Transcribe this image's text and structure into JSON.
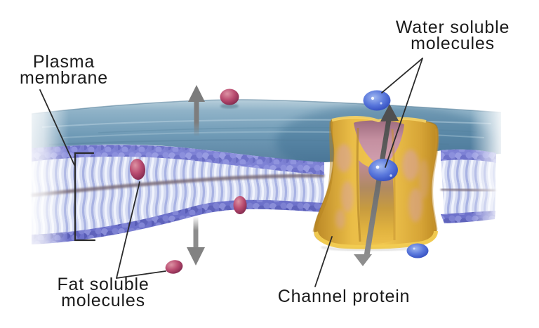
{
  "labels": {
    "plasma_membrane": {
      "lines": [
        "Plasma",
        "membrane"
      ]
    },
    "water_soluble": {
      "lines": [
        "Water soluble",
        "molecules"
      ]
    },
    "fat_soluble": {
      "lines": [
        "Fat soluble",
        "molecules"
      ]
    },
    "channel_protein": {
      "lines": [
        "Channel protein"
      ]
    }
  },
  "colors": {
    "background": "#ffffff",
    "text": "#1a1a1a",
    "leader_line": "#2a2a2a",
    "membrane_surface": "#6f9ab6",
    "lipid_heads": "#7c80d3",
    "lipid_tails": "#d6dbf3",
    "channel_protein_gold": "#e7b945",
    "channel_interior_pink": "#c48fa0",
    "fat_soluble_molecule": "#a84066",
    "water_soluble_molecule": "#4a67d4",
    "arrow_gray": "#828282"
  },
  "molecules": {
    "fat_soluble_count": 4,
    "water_soluble_count": 3
  },
  "arrows": [
    {
      "name": "up-arrow",
      "direction": "up",
      "location": "crossing membrane left of center"
    },
    {
      "name": "down-arrow",
      "direction": "down",
      "location": "below membrane left of center"
    },
    {
      "name": "channel-arrow",
      "direction": "both",
      "location": "through channel protein"
    }
  ]
}
